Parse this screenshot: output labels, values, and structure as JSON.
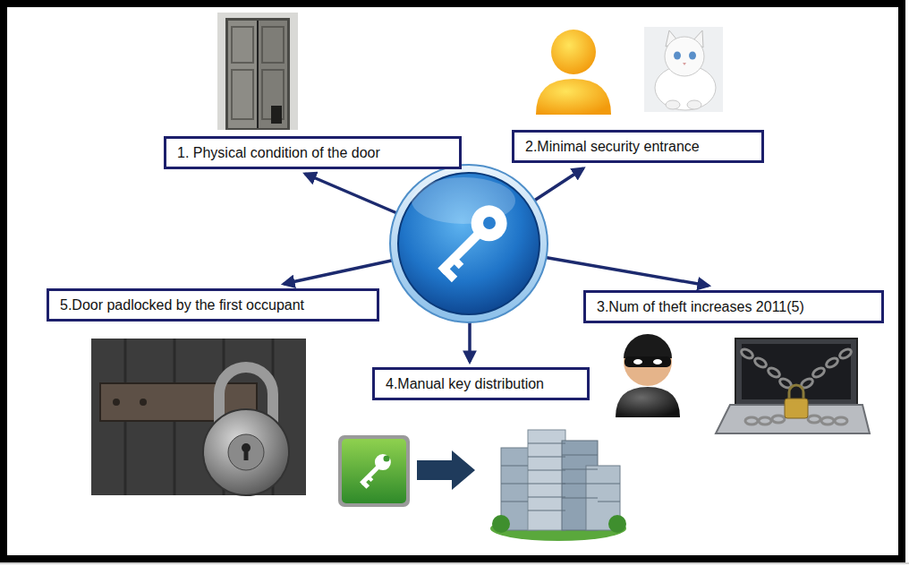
{
  "diagram": {
    "nodes": [
      {
        "text": [
          "1. Physical condition of the door"
        ]
      },
      {
        "text": [
          "2.Minimal security entrance"
        ]
      },
      {
        "text": [
          "5.Door padlocked by the first occupant"
        ]
      },
      {
        "text": [
          "3.Num of theft increases 2011(5)"
        ]
      },
      {
        "text": [
          "4.Manual key distribution"
        ]
      }
    ]
  }
}
